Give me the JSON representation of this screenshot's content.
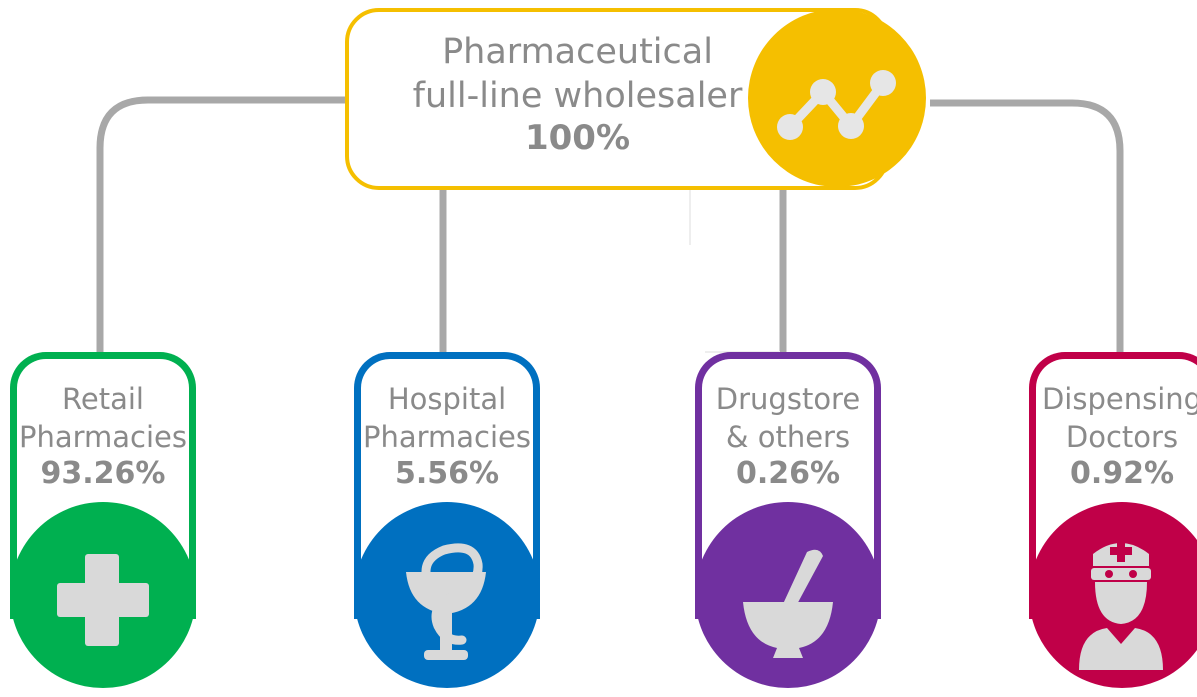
{
  "colors": {
    "connector": "#a8a8a8",
    "wholesaler": "#f5bf00",
    "retail": "#00b050",
    "hospital": "#0070c0",
    "drugstore": "#7030a0",
    "doctors": "#c00048",
    "text": "#8a8a8a",
    "icon": "#d9d9d9"
  },
  "top": {
    "line1": "Pharmaceutical",
    "line2": "full-line wholesaler",
    "percent": "100%",
    "icon": "line-chart-icon"
  },
  "channels": [
    {
      "line1": "Retail",
      "line2": "Pharmacies",
      "percent": "93.26%",
      "icon": "plus-cross-icon"
    },
    {
      "line1": "Hospital",
      "line2": "Pharmacies",
      "percent": "5.56%",
      "icon": "bowl-of-hygieia-icon"
    },
    {
      "line1": "Drugstore",
      "line2": "& others",
      "percent": "0.26%",
      "icon": "mortar-pestle-icon"
    },
    {
      "line1": "Dispensing",
      "line2": "Doctors",
      "percent": "0.92%",
      "icon": "doctor-icon"
    }
  ]
}
